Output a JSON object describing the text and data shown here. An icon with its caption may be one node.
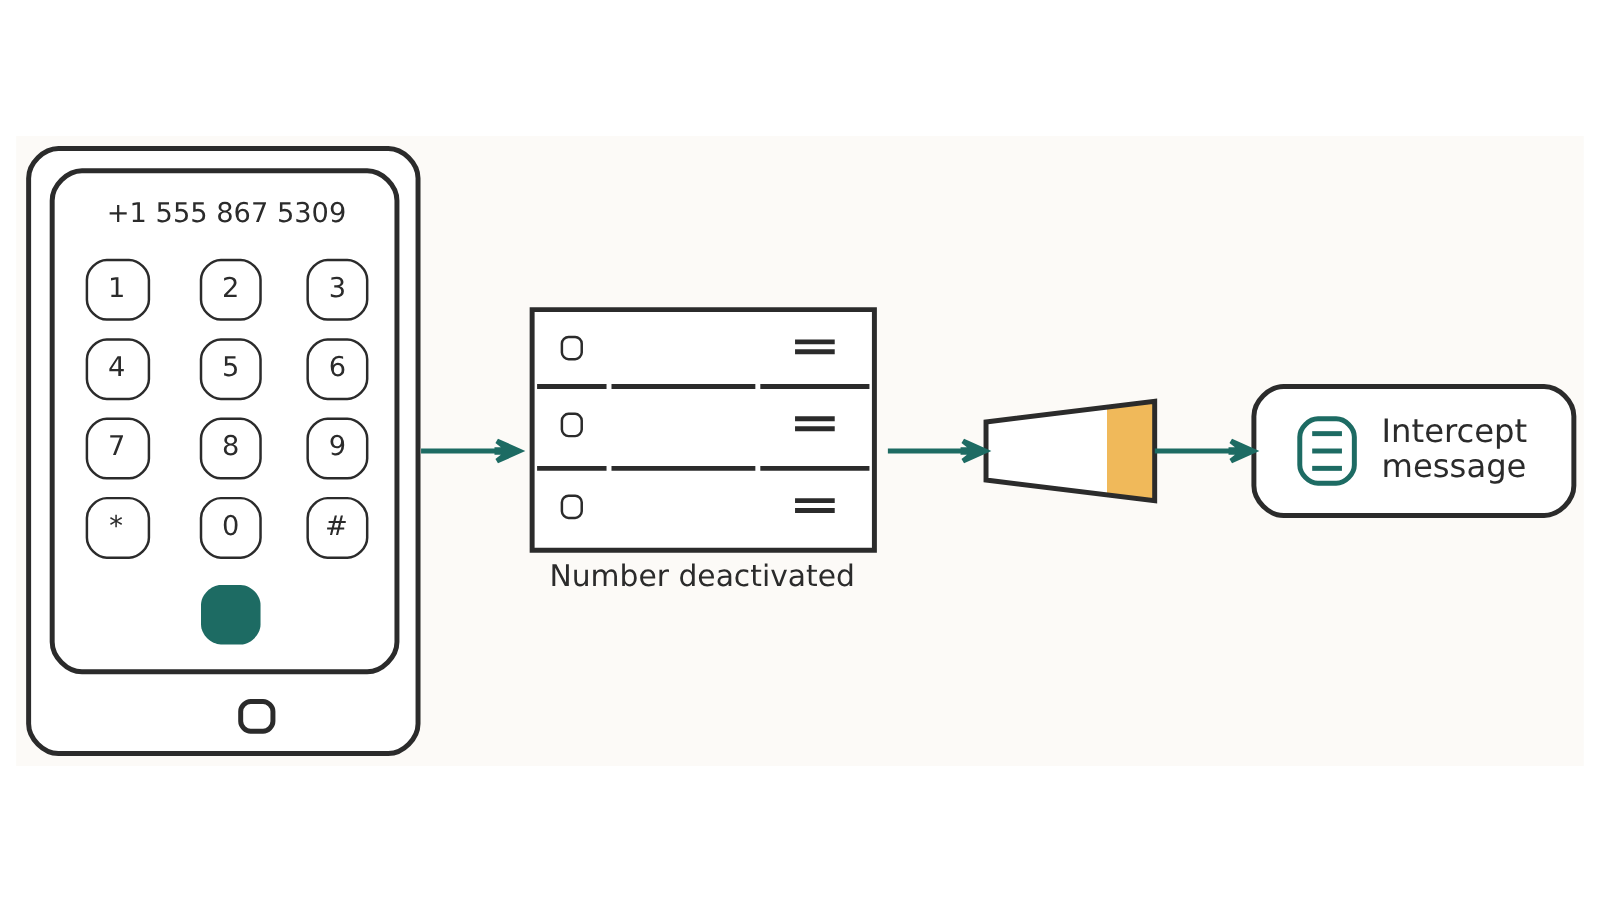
{
  "diagram": {
    "nodes": [
      {
        "text": [
          "+1 555 867 5309",
          "1",
          "2",
          "3",
          "4",
          "5",
          "6",
          "7",
          "8",
          "9",
          "*",
          "0",
          "#"
        ]
      },
      {
        "text": [],
        "shape": "picture",
        "beside": [
          "Number deactivated"
        ]
      },
      {
        "text": [],
        "shape": "picture"
      },
      {
        "text": [
          "Intercept message"
        ]
      }
    ],
    "edges": [
      {
        "from": 0,
        "to": 1,
        "arrow": "to"
      },
      {
        "from": 1,
        "to": 2,
        "arrow": "to"
      },
      {
        "from": 2,
        "to": 3,
        "arrow": "to"
      }
    ]
  }
}
